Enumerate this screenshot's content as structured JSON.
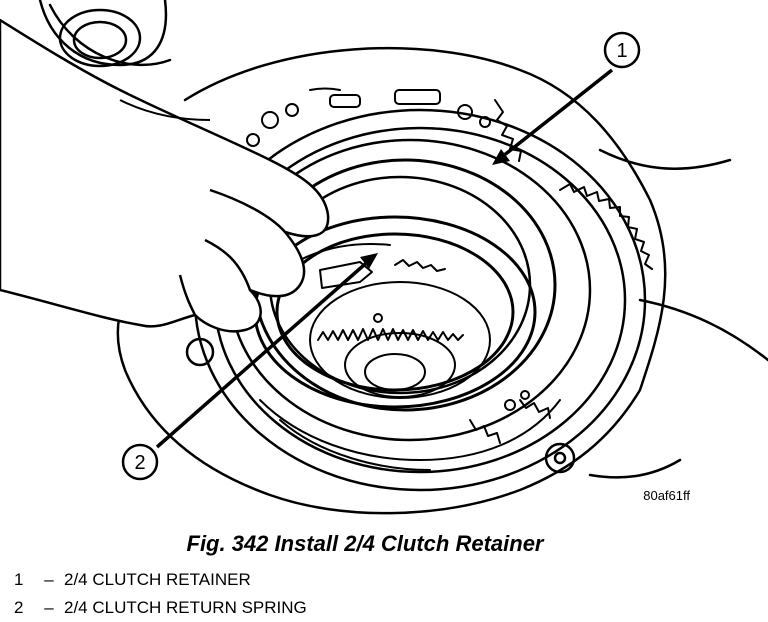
{
  "figure": {
    "callouts": [
      {
        "number": "1",
        "description": "2/4 CLUTCH RETAINER"
      },
      {
        "number": "2",
        "description": "2/4 CLUTCH RETURN SPRING"
      }
    ],
    "image_code": "80af61ff"
  },
  "caption": "Fig. 342 Install 2/4 Clutch Retainer",
  "legend_separator": "–",
  "colors": {
    "ink": "#000000",
    "paper": "#ffffff",
    "shade": "#e6e6e6"
  }
}
